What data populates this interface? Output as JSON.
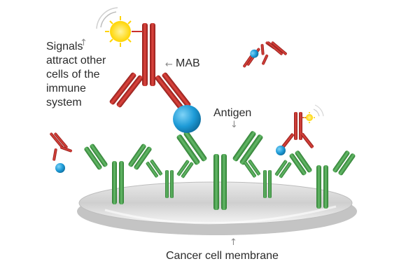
{
  "labels": {
    "signals_line1": "Signals",
    "signals_line2": "attract other",
    "signals_line3": "cells of the",
    "signals_line4": "immune",
    "signals_line5": "system",
    "mab": "MAB",
    "antigen": "Antigen",
    "membrane": "Cancer cell membrane"
  },
  "arrows": {
    "up": "↑",
    "down": "↓",
    "left": "←"
  },
  "colors": {
    "antibody_red": "#c9302c",
    "antibody_red_dark": "#8f1d1a",
    "antigen_green": "#4caf50",
    "antigen_green_dark": "#2e7d32",
    "antigen_blue": "#1e9bd7",
    "signal_yellow": "#ffd400",
    "membrane_gray": "#d9d9d9"
  }
}
